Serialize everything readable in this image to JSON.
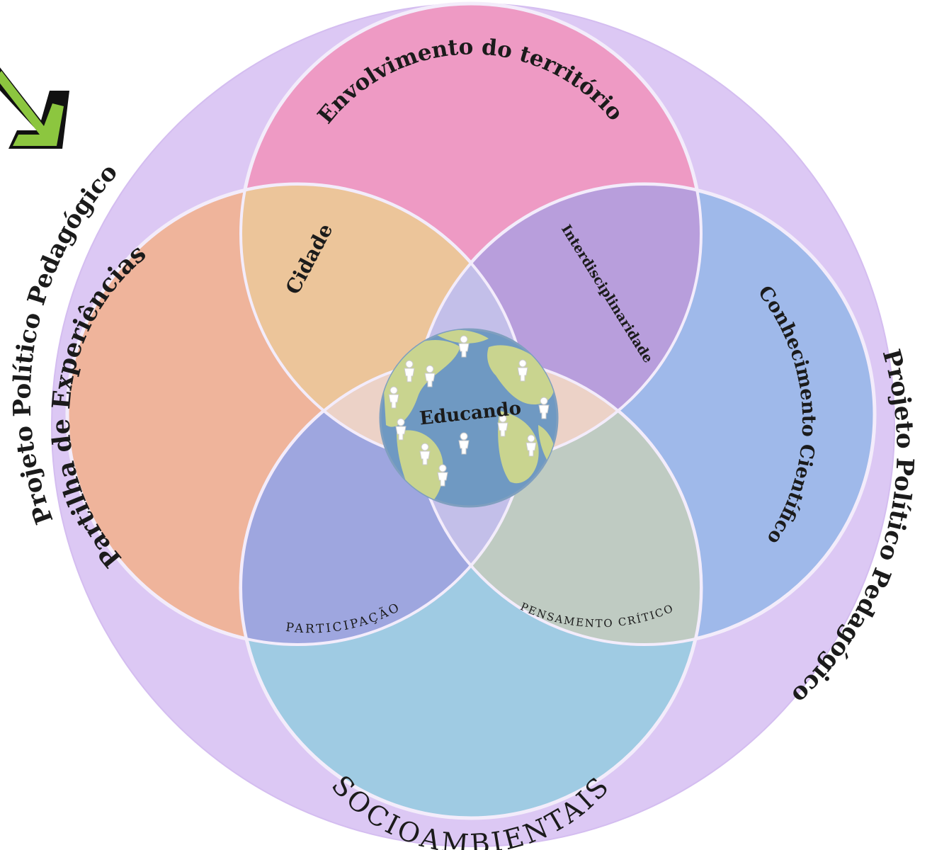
{
  "diagram": {
    "outer_ring": {
      "label_left": "Projeto Político Pedagógico",
      "label_right": "Projeto Político Pedagógico",
      "fill": "#dcc8f4"
    },
    "circles": {
      "top": {
        "label": "Envolvimento do território",
        "fill": "#ee9ac4"
      },
      "left": {
        "label": "Partilha de Experiências",
        "fill": "#efb49b"
      },
      "right": {
        "label": "Conhecimento Científico",
        "fill": "#9fb9ea"
      },
      "bottom": {
        "label": "SOCIOAMBIENTAIS",
        "fill": "#9fcbe3"
      }
    },
    "intersections": {
      "top_left": {
        "label": "Cidade",
        "fill": "#ecc59a"
      },
      "top_right": {
        "label": "Interdisciplinaridade",
        "fill": "#b89edc"
      },
      "bottom_left": {
        "label": "PARTICIPAÇÃO",
        "fill": "#9ea6df"
      },
      "bottom_right": {
        "label": "PENSAMENTO CRÍTICO",
        "fill": "#bfcbc2"
      },
      "center_top": {
        "fill": "#bcd3ec"
      },
      "center_left": {
        "fill": "#e8aed3"
      },
      "center_right": {
        "fill": "#c3bfe9"
      },
      "center_bottom": {
        "fill": "#ecd2c7"
      }
    },
    "center": {
      "label": "Educando",
      "ocean": "#6f99c2",
      "land": "#c9d48f"
    },
    "arrow": {
      "icon": "arrow-down-right-icon",
      "color": "#8cc63f",
      "shadow": "#111111"
    }
  }
}
